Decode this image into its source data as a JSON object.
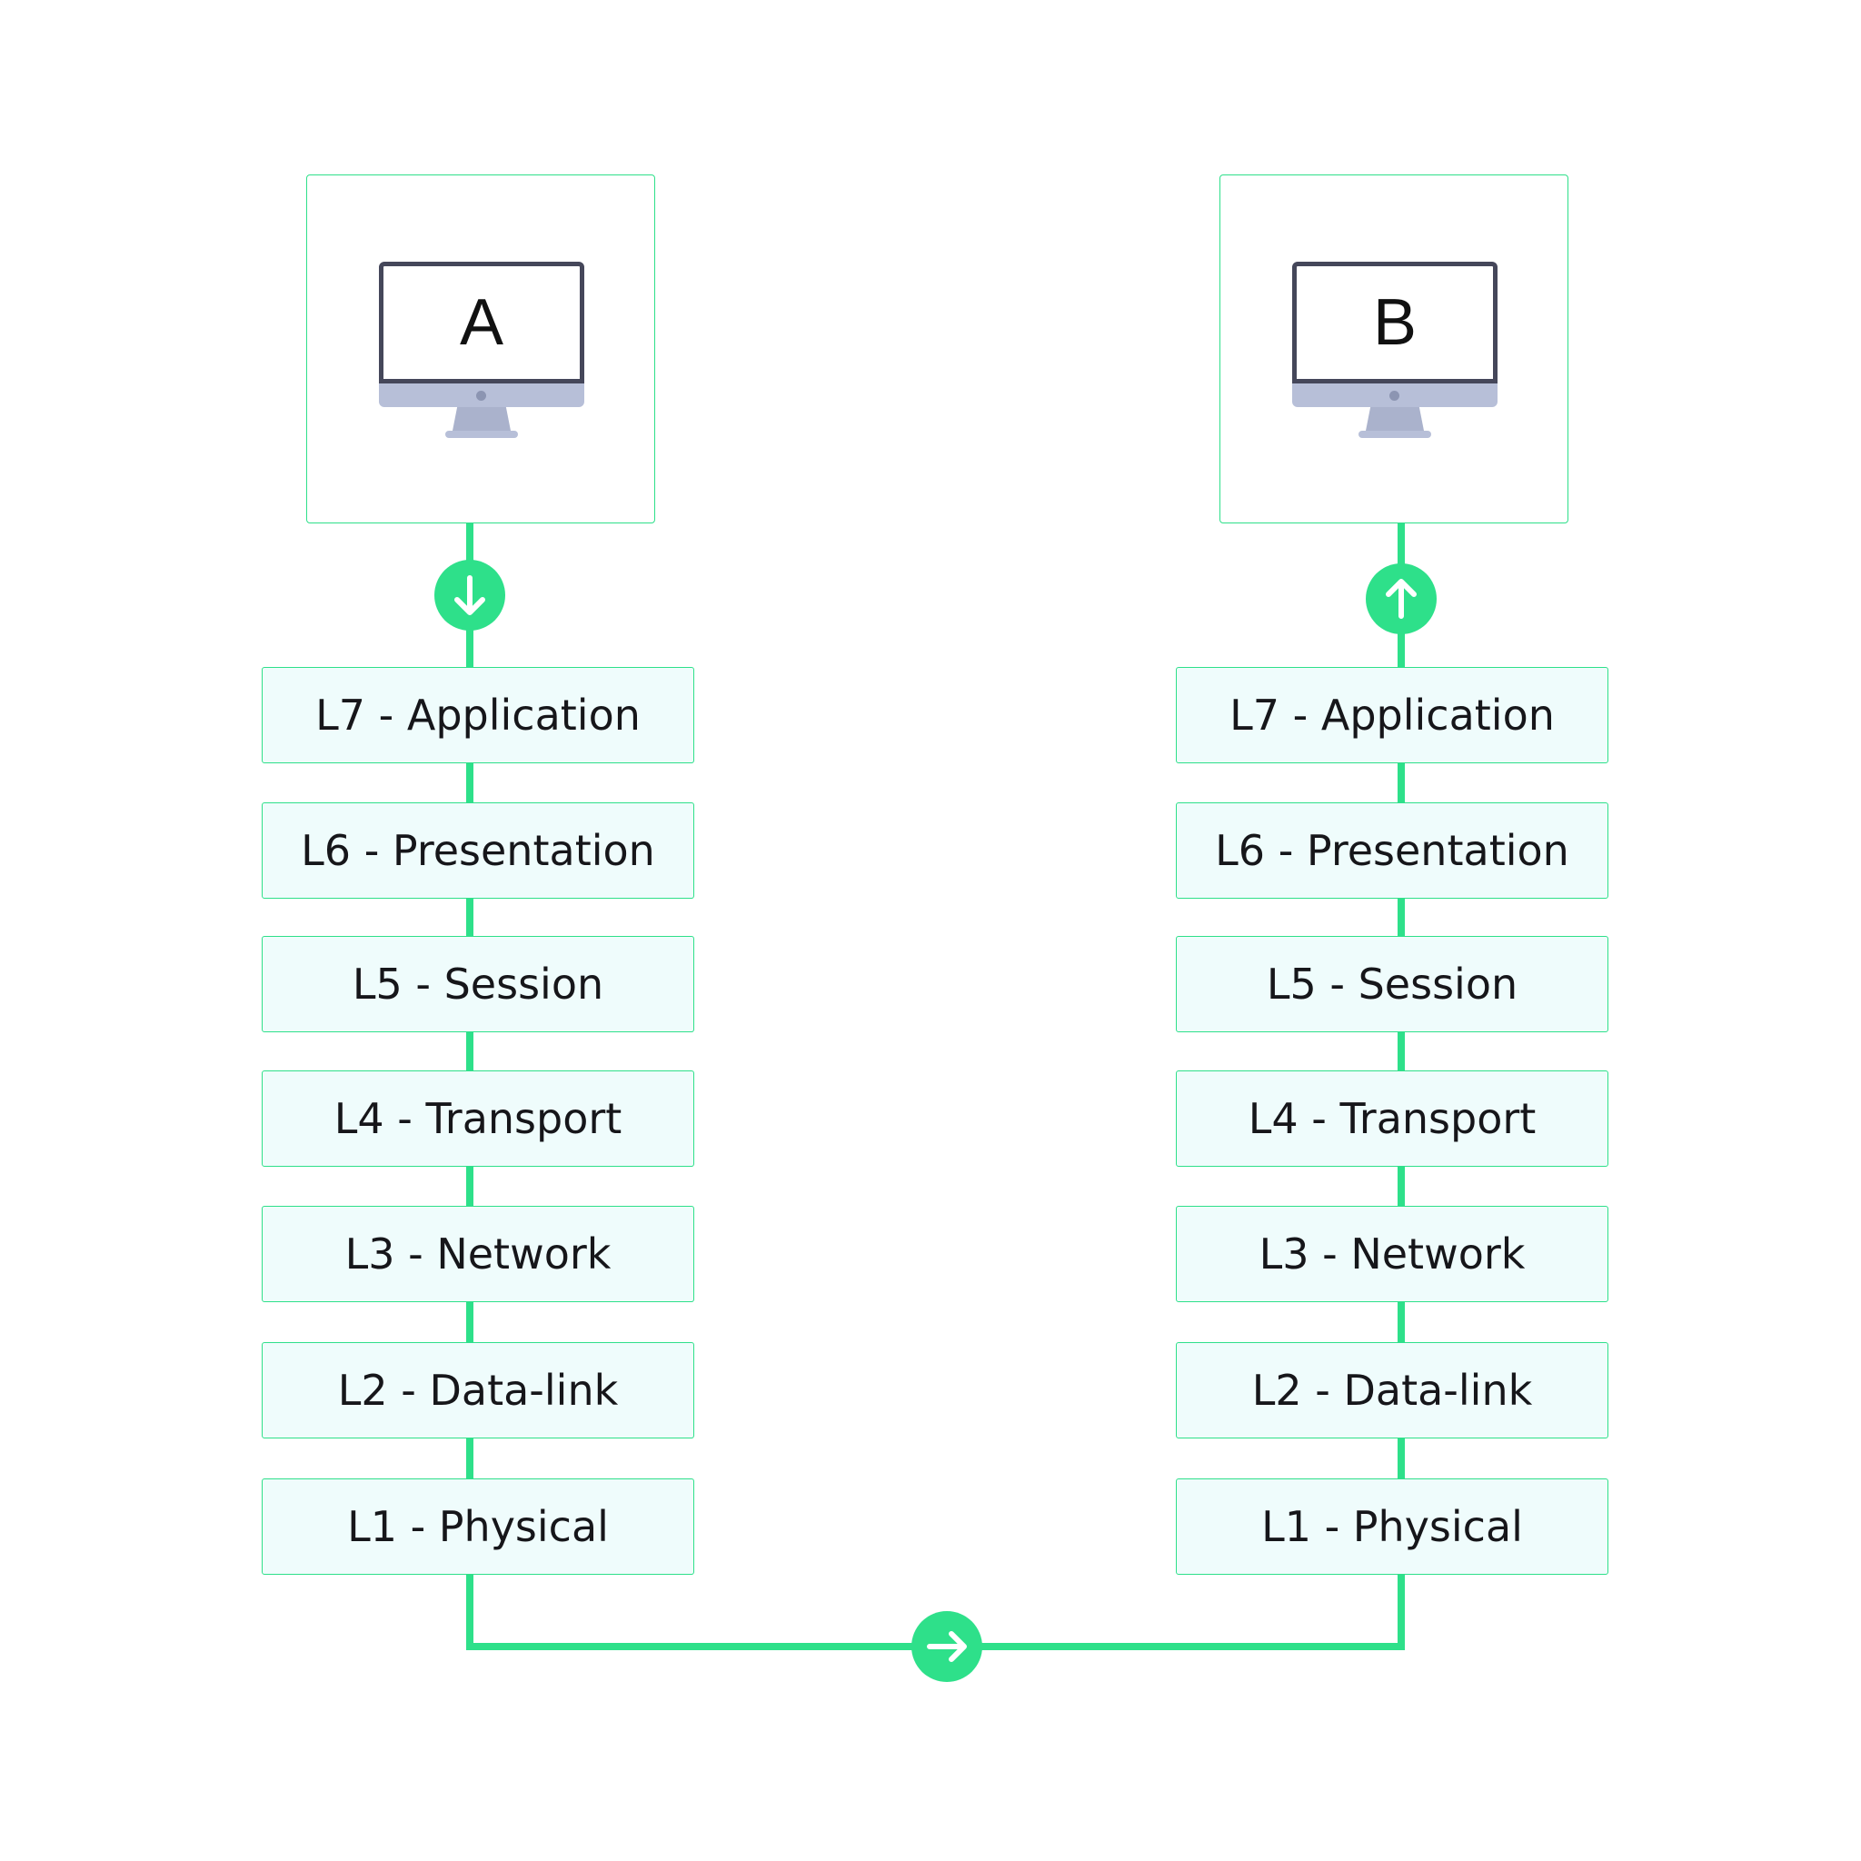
{
  "colors": {
    "accent": "#2ee08a",
    "layer_fill": "#effcfc",
    "monitor_frame": "#45475a",
    "monitor_stand": "#b7bfd8",
    "text": "#16161a"
  },
  "hosts": [
    {
      "label": "A",
      "icon": "monitor-icon",
      "direction": "down",
      "direction_icon": "arrow-down-icon",
      "layers": [
        "L7 - Application",
        "L6 - Presentation",
        "L5 - Session",
        "L4 - Transport",
        "L3 - Network",
        "L2 - Data-link",
        "L1 - Physical"
      ]
    },
    {
      "label": "B",
      "icon": "monitor-icon",
      "direction": "up",
      "direction_icon": "arrow-up-icon",
      "layers": [
        "L7 - Application",
        "L6 - Presentation",
        "L5 - Session",
        "L4 - Transport",
        "L3 - Network",
        "L2 - Data-link",
        "L1 - Physical"
      ]
    }
  ],
  "link": {
    "direction": "right",
    "icon": "arrow-right-icon"
  }
}
